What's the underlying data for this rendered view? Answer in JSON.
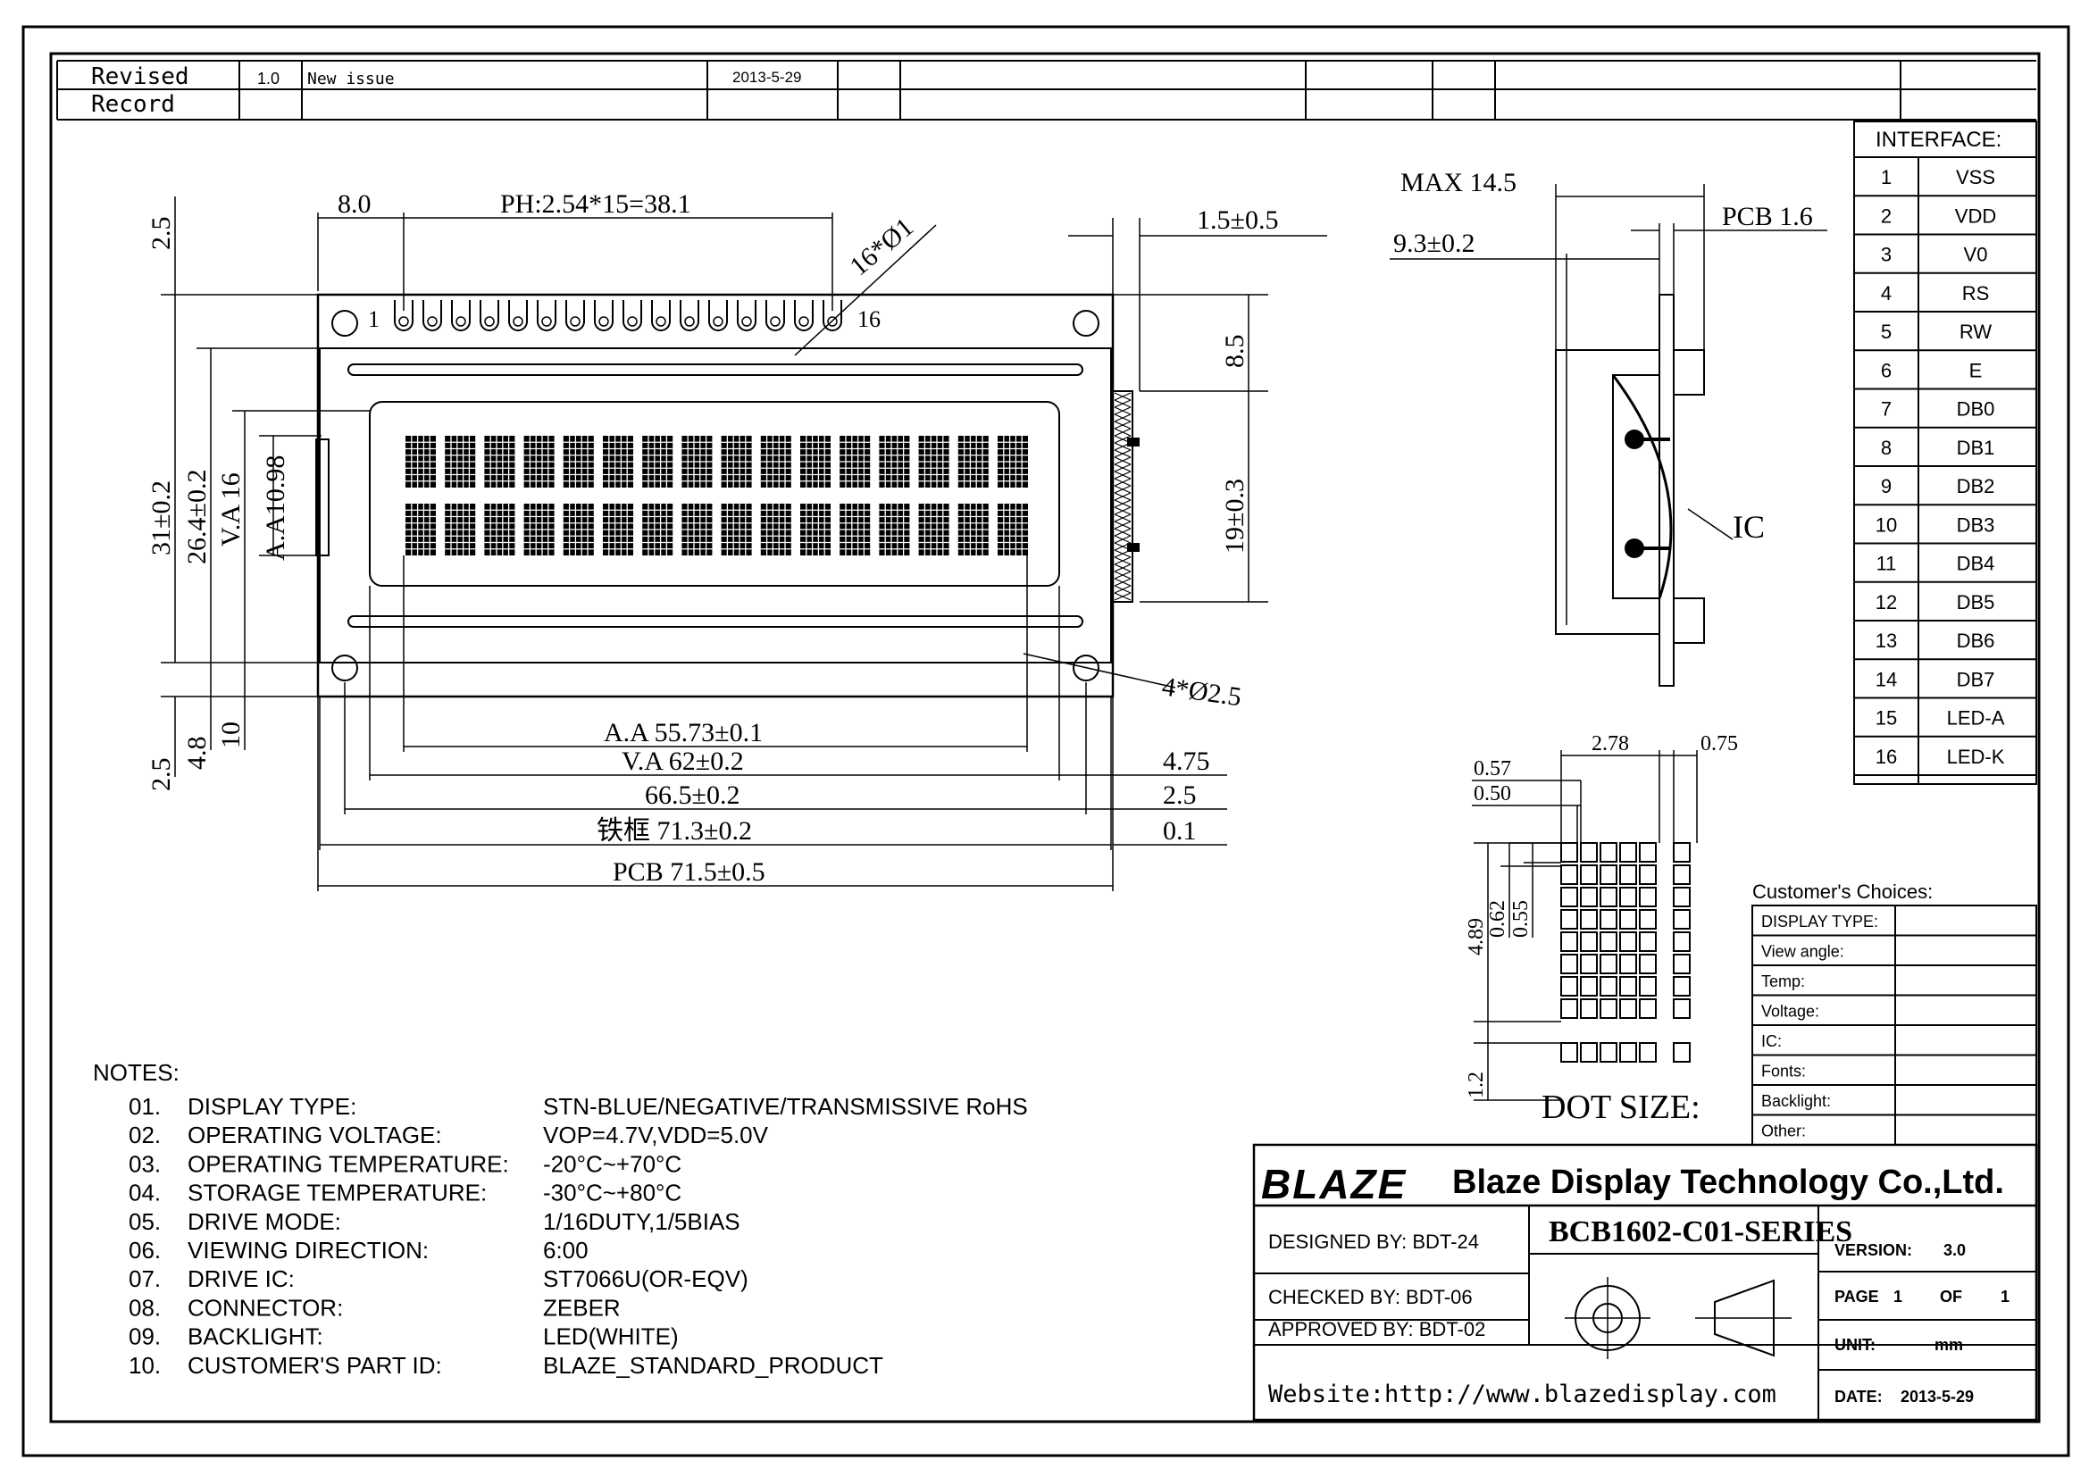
{
  "revision": {
    "header": "Revised Record",
    "rev": "1.0",
    "description": "New issue",
    "date": "2013-5-29"
  },
  "dimensions": {
    "front": {
      "d_8_0": "8.0",
      "pitch": "PH:2.54*15=38.1",
      "pins_dia": "16*Ø1",
      "d_2_5_top": "2.5",
      "d_1_5": "1.5±0.5",
      "d_8_5": "8.5",
      "d_19": "19±0.3",
      "d_31": "31±0.2",
      "d_26_4": "26.4±0.2",
      "va16": "V.A 16",
      "aa10_98": "A.A10.98",
      "holes": "4*Ø2.5",
      "d_2_5_bot": "2.5",
      "d_4_8": "4.8",
      "d_10": "10",
      "aa_w": "A.A 55.73±0.1",
      "va_w": "V.A  62±0.2",
      "d_66_5": "66.5±0.2",
      "frame": "铁框 71.3±0.2",
      "pcb": "PCB 71.5±0.5",
      "d_4_75": "4.75",
      "d_2_5_r": "2.5",
      "d_0_1": "0.1",
      "pin_first": "1",
      "pin_last": "16"
    },
    "side": {
      "max": "MAX 14.5",
      "pcb": "PCB 1.6",
      "d_9_3": "9.3±0.2",
      "ic": "IC"
    },
    "dot": {
      "d_2_78": "2.78",
      "d_0_75": "0.75",
      "d_0_57": "0.57",
      "d_0_50": "0.50",
      "d_4_89": "4.89",
      "d_0_62": "0.62",
      "d_0_55": "0.55",
      "d_1_2": "1.2",
      "title": "DOT SIZE:"
    }
  },
  "interface": {
    "title": "INTERFACE:",
    "pins": [
      {
        "no": "1",
        "name": "VSS"
      },
      {
        "no": "2",
        "name": "VDD"
      },
      {
        "no": "3",
        "name": "V0"
      },
      {
        "no": "4",
        "name": "RS"
      },
      {
        "no": "5",
        "name": "RW"
      },
      {
        "no": "6",
        "name": "E"
      },
      {
        "no": "7",
        "name": "DB0"
      },
      {
        "no": "8",
        "name": "DB1"
      },
      {
        "no": "9",
        "name": "DB2"
      },
      {
        "no": "10",
        "name": "DB3"
      },
      {
        "no": "11",
        "name": "DB4"
      },
      {
        "no": "12",
        "name": "DB5"
      },
      {
        "no": "13",
        "name": "DB6"
      },
      {
        "no": "14",
        "name": "DB7"
      },
      {
        "no": "15",
        "name": "LED-A"
      },
      {
        "no": "16",
        "name": "LED-K"
      }
    ]
  },
  "customer_choices": {
    "title": "Customer's Choices:",
    "rows": [
      "DISPLAY TYPE:",
      "View angle:",
      "Temp:",
      "Voltage:",
      "IC:",
      "Fonts:",
      "Backlight:",
      "Other:"
    ]
  },
  "notes": {
    "title": "NOTES:",
    "items": [
      {
        "no": "01.",
        "label": "DISPLAY  TYPE:",
        "value": "STN-BLUE/NEGATIVE/TRANSMISSIVE RoHS"
      },
      {
        "no": "02.",
        "label": "OPERATING  VOLTAGE:",
        "value": "VOP=4.7V,VDD=5.0V"
      },
      {
        "no": "03.",
        "label": "OPERATING  TEMPERATURE:",
        "value": "-20°C~+70°C"
      },
      {
        "no": "04.",
        "label": "STORAGE  TEMPERATURE:",
        "value": "-30°C~+80°C"
      },
      {
        "no": "05.",
        "label": "DRIVE  MODE:",
        "value": "1/16DUTY,1/5BIAS"
      },
      {
        "no": "06.",
        "label": "VIEWING  DIRECTION:",
        "value": "6:00"
      },
      {
        "no": "07.",
        "label": "DRIVE  IC:",
        "value": "ST7066U(OR-EQV)"
      },
      {
        "no": "08.",
        "label": "CONNECTOR:",
        "value": "ZEBER"
      },
      {
        "no": "09.",
        "label": "BACKLIGHT:",
        "value": "LED(WHITE)"
      },
      {
        "no": "10.",
        "label": "CUSTOMER'S  PART  ID:",
        "value": "BLAZE_STANDARD_PRODUCT"
      }
    ]
  },
  "title_block": {
    "logo": "BLAZE",
    "company": "Blaze Display Technology Co.,Ltd.",
    "designed": "DESIGNED  BY:  BDT-24",
    "checked": "CHECKED  BY:  BDT-06",
    "approved": "APPROVED  BY: BDT-02",
    "part_no": "BCB1602-C01-SERIES",
    "version_label": "VERSION:",
    "version": "3.0",
    "page_label": "PAGE",
    "page": "1",
    "of_label": "OF",
    "of": "1",
    "unit_label": "UNIT:",
    "unit": "mm",
    "date_label": "DATE:",
    "date": "2013-5-29",
    "website": "Website:http://www.blazedisplay.com"
  }
}
